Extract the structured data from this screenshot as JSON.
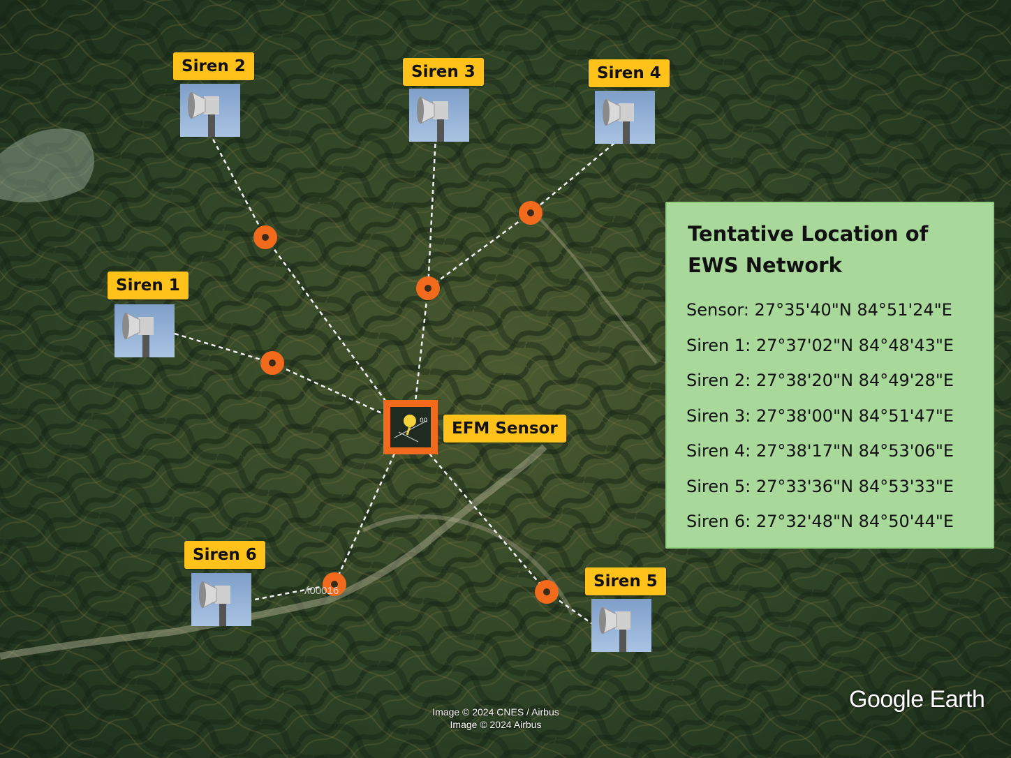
{
  "map": {
    "road_label": "ʎ00016"
  },
  "sirens": [
    {
      "label": "Siren 1",
      "icon": "siren-horn-icon"
    },
    {
      "label": "Siren 2",
      "icon": "siren-horn-icon"
    },
    {
      "label": "Siren 3",
      "icon": "siren-horn-icon"
    },
    {
      "label": "Siren 4",
      "icon": "siren-horn-icon"
    },
    {
      "label": "Siren 5",
      "icon": "siren-horn-icon"
    },
    {
      "label": "Siren 6",
      "icon": "siren-horn-icon"
    }
  ],
  "sensor": {
    "label": "EFM Sensor",
    "icon": "efm-sensor-icon"
  },
  "info_panel": {
    "title_line1": "Tentative Location of",
    "title_line2": "EWS Network",
    "rows": [
      "Sensor: 27°35'40\"N 84°51'24\"E",
      "Siren 1: 27°37'02\"N 84°48'43\"E",
      "Siren 2: 27°38'20\"N 84°49'28\"E",
      "Siren 3: 27°38'00\"N 84°51'47\"E",
      "Siren 4: 27°38'17\"N 84°53'06\"E",
      "Siren 5: 27°33'36\"N 84°53'33\"E",
      "Siren 6: 27°32'48\"N 84°50'44\"E"
    ]
  },
  "credits": {
    "line1": "Image © 2024 CNES / Airbus",
    "line2": "Image © 2024 Airbus",
    "brand": "Google Earth"
  },
  "colors": {
    "label_bg": "#ffc21a",
    "node": "#f26b1d",
    "panel_bg": "#a8d89a",
    "terrain_dark": "#1f3320",
    "terrain_light": "#4e5e33"
  }
}
